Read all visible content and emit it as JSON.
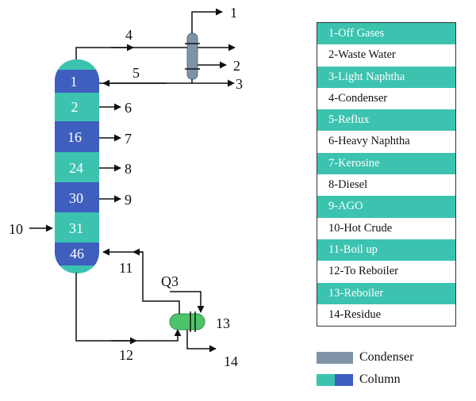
{
  "column": {
    "trays": [
      {
        "label": "1",
        "color": "#3e5fbd"
      },
      {
        "label": "2",
        "color": "#3cc3b0"
      },
      {
        "label": "16",
        "color": "#3e5fbd"
      },
      {
        "label": "24",
        "color": "#3cc3b0"
      },
      {
        "label": "30",
        "color": "#3e5fbd"
      },
      {
        "label": "31",
        "color": "#3cc3b0"
      },
      {
        "label": "46",
        "color": "#3e5fbd"
      }
    ]
  },
  "streams": {
    "s1": "1",
    "s2": "2",
    "s3": "3",
    "s4": "4",
    "s5": "5",
    "s6": "6",
    "s7": "7",
    "s8": "8",
    "s9": "9",
    "s10": "10",
    "s11": "11",
    "s12": "12",
    "s13": "13",
    "s14": "14",
    "q3": "Q3"
  },
  "legend": {
    "items": [
      "1-Off Gases",
      "2-Waste Water",
      "3-Light Naphtha",
      "4-Condenser",
      "5-Reflux",
      "6-Heavy Naphtha",
      "7-Kerosine",
      "8-Diesel",
      "9-AGO",
      "10-Hot Crude",
      "11-Boil up",
      "12-To Reboiler",
      "13-Reboiler",
      "14-Residue"
    ],
    "condenser_label": "Condenser",
    "column_label": "Column"
  },
  "colors": {
    "column_teal": "#3cc3b0",
    "column_blue": "#3e5fbd",
    "condenser": "#7f93a6",
    "reboiler": "#4ec46a"
  }
}
